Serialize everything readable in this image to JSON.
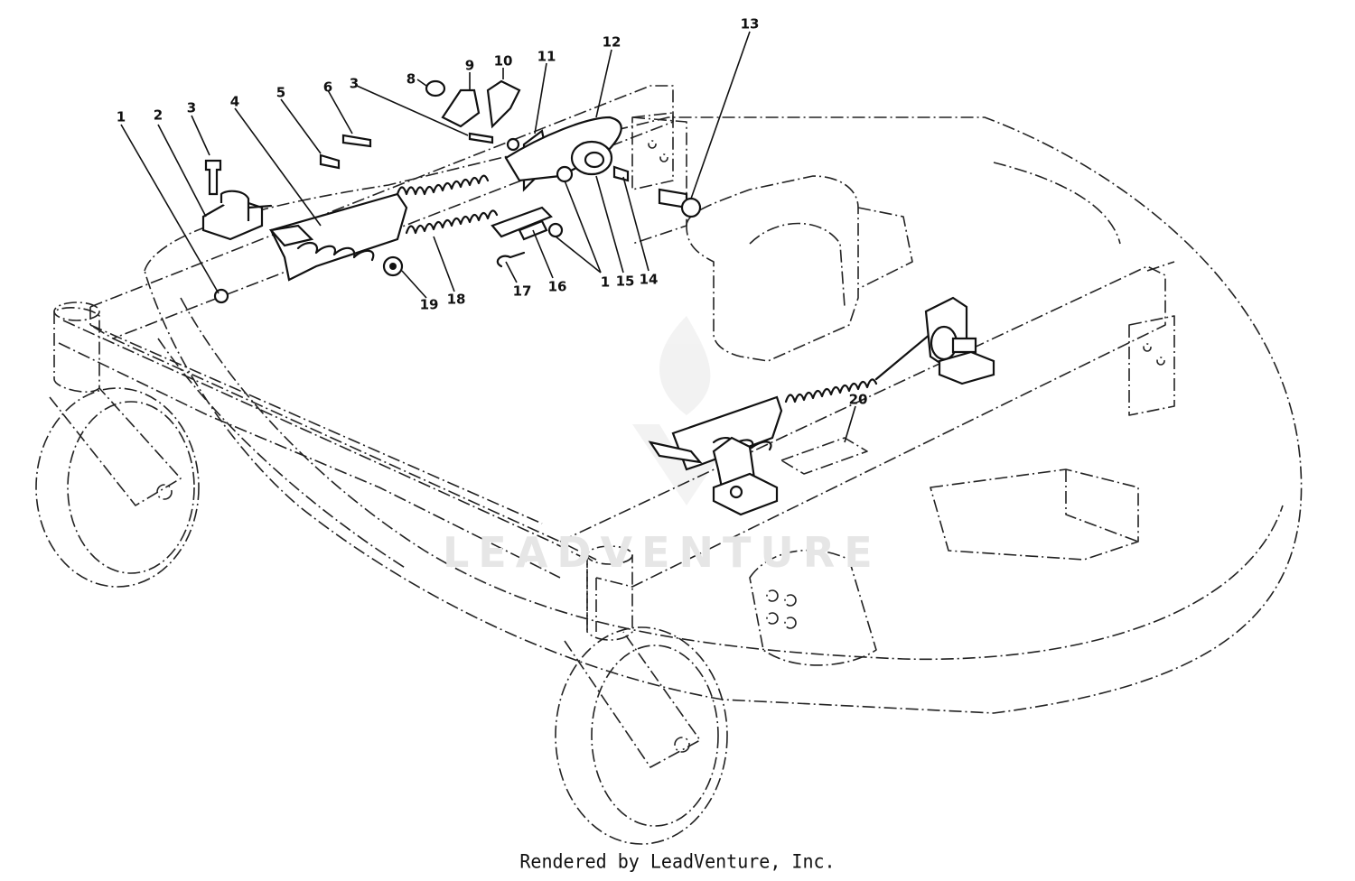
{
  "callouts": [
    {
      "id": "1a",
      "label": "1"
    },
    {
      "id": "2",
      "label": "2"
    },
    {
      "id": "3a",
      "label": "3"
    },
    {
      "id": "4",
      "label": "4"
    },
    {
      "id": "5",
      "label": "5"
    },
    {
      "id": "6",
      "label": "6"
    },
    {
      "id": "3b",
      "label": "3"
    },
    {
      "id": "8",
      "label": "8"
    },
    {
      "id": "9",
      "label": "9"
    },
    {
      "id": "10",
      "label": "10"
    },
    {
      "id": "11",
      "label": "11"
    },
    {
      "id": "12",
      "label": "12"
    },
    {
      "id": "13",
      "label": "13"
    },
    {
      "id": "14",
      "label": "14"
    },
    {
      "id": "15",
      "label": "15"
    },
    {
      "id": "1b",
      "label": "1"
    },
    {
      "id": "16",
      "label": "16"
    },
    {
      "id": "17",
      "label": "17"
    },
    {
      "id": "18",
      "label": "18"
    },
    {
      "id": "19",
      "label": "19"
    },
    {
      "id": "20",
      "label": "20"
    }
  ],
  "watermark": "LEADVENTURE",
  "footer": "Rendered by LeadVenture, Inc."
}
